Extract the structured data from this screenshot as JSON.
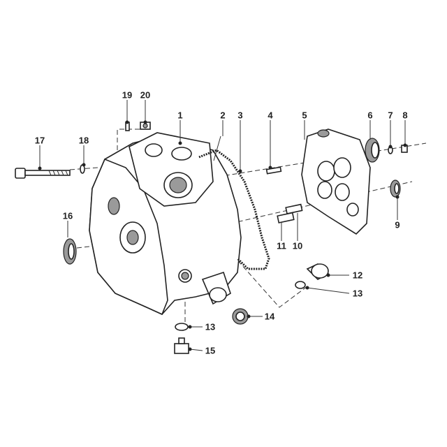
{
  "title": "Exploded parts diagram - gearbox housing",
  "callouts": [
    {
      "id": "c1",
      "text": "1"
    },
    {
      "id": "c2",
      "text": "2"
    },
    {
      "id": "c3",
      "text": "3"
    },
    {
      "id": "c4",
      "text": "4"
    },
    {
      "id": "c5",
      "text": "5"
    },
    {
      "id": "c6",
      "text": "6"
    },
    {
      "id": "c7",
      "text": "7"
    },
    {
      "id": "c8",
      "text": "8"
    },
    {
      "id": "c9",
      "text": "9"
    },
    {
      "id": "c10",
      "text": "10"
    },
    {
      "id": "c11",
      "text": "11"
    },
    {
      "id": "c12",
      "text": "12"
    },
    {
      "id": "c13a",
      "text": "13"
    },
    {
      "id": "c14",
      "text": "14"
    },
    {
      "id": "c13b",
      "text": "13"
    },
    {
      "id": "c15",
      "text": "15"
    },
    {
      "id": "c16",
      "text": "16"
    },
    {
      "id": "c17",
      "text": "17"
    },
    {
      "id": "c18",
      "text": "18"
    },
    {
      "id": "c19",
      "text": "19"
    },
    {
      "id": "c20",
      "text": "20"
    }
  ]
}
